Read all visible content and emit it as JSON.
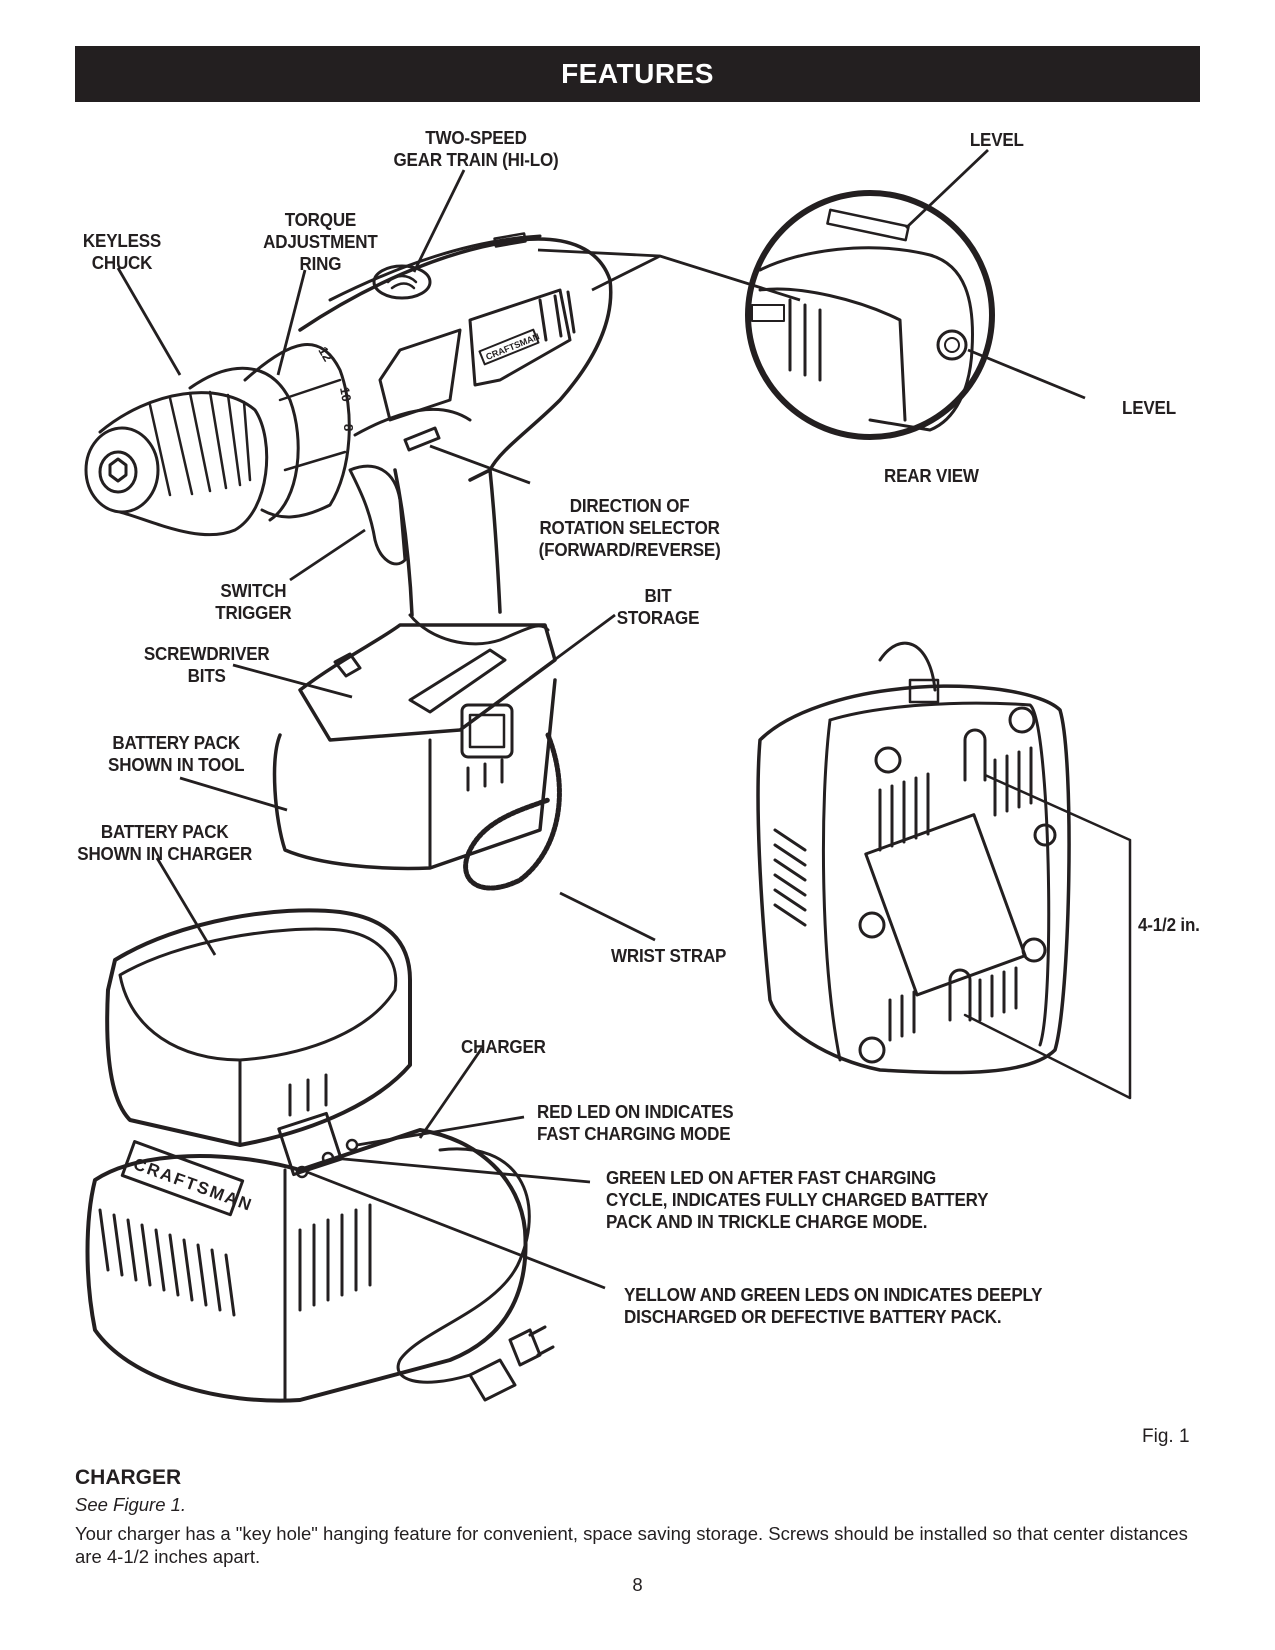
{
  "header": {
    "title": "FEATURES"
  },
  "figure": {
    "label": "Fig. 1",
    "brand_mark": "CRAFTSMAN",
    "torque_scale": [
      "12",
      "10",
      "8"
    ],
    "callouts": {
      "two_speed": "TWO-SPEED\nGEAR TRAIN (HI-LO)",
      "level_top": "LEVEL",
      "keyless_chuck": "KEYLESS\nCHUCK",
      "torque_ring": "TORQUE\nADJUSTMENT\nRING",
      "level_rear": "LEVEL",
      "rear_view": "REAR VIEW",
      "direction_selector": "DIRECTION OF\nROTATION SELECTOR\n(FORWARD/REVERSE)",
      "switch_trigger": "SWITCH\nTRIGGER",
      "bit_storage": "BIT\nSTORAGE",
      "screwdriver_bits": "SCREWDRIVER\nBITS",
      "battery_in_tool": "BATTERY PACK\nSHOWN IN TOOL",
      "battery_in_charger": "BATTERY PACK\nSHOWN IN CHARGER",
      "dimension": "4-1/2 in.",
      "wrist_strap": "WRIST STRAP",
      "charger": "CHARGER",
      "red_led": "RED LED ON INDICATES\nFAST CHARGING MODE",
      "green_led": "GREEN LED ON AFTER FAST CHARGING\nCYCLE, INDICATES FULLY CHARGED BATTERY\n PACK AND IN TRICKLE CHARGE MODE.",
      "yellow_green_led": "YELLOW AND GREEN LEDS ON INDICATES DEEPLY\nDISCHARGED OR DEFECTIVE BATTERY PACK."
    }
  },
  "section": {
    "title": "CHARGER",
    "reference": "See Figure 1.",
    "body": "Your charger has a \"key hole\" hanging feature for convenient, space saving storage. Screws should be installed so that center distances are 4-1/2 inches apart."
  },
  "page_number": "8"
}
